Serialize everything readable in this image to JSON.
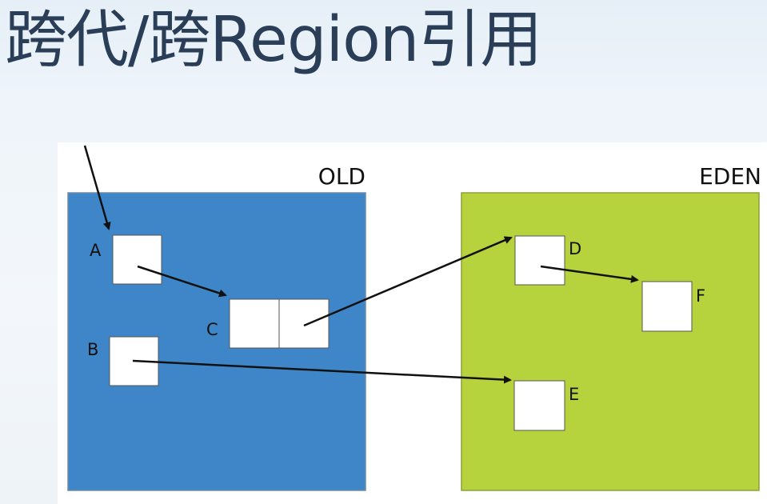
{
  "title": "跨代/跨Region引用",
  "regions": {
    "old": {
      "label": "OLD",
      "color": "#3f86c9"
    },
    "eden": {
      "label": "EDEN",
      "color": "#b6d23c"
    }
  },
  "objects": {
    "a": "A",
    "b": "B",
    "c": "C",
    "d": "D",
    "e": "E",
    "f": "F"
  },
  "colors": {
    "object_fill": "#ffffff",
    "arrow": "#111111"
  }
}
